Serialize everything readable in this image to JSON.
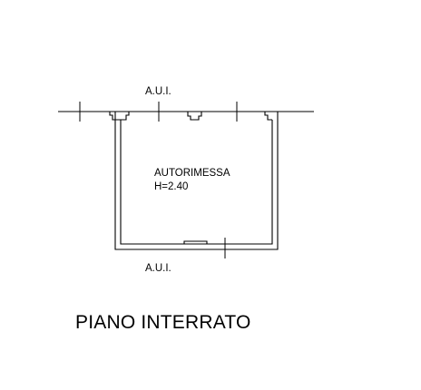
{
  "plan": {
    "label_top": "A.U.I.",
    "label_bottom": "A.U.I.",
    "room_name": "AUTORIMESSA",
    "room_height": "H=2.40",
    "floor_title": "PIANO INTERRATO"
  }
}
